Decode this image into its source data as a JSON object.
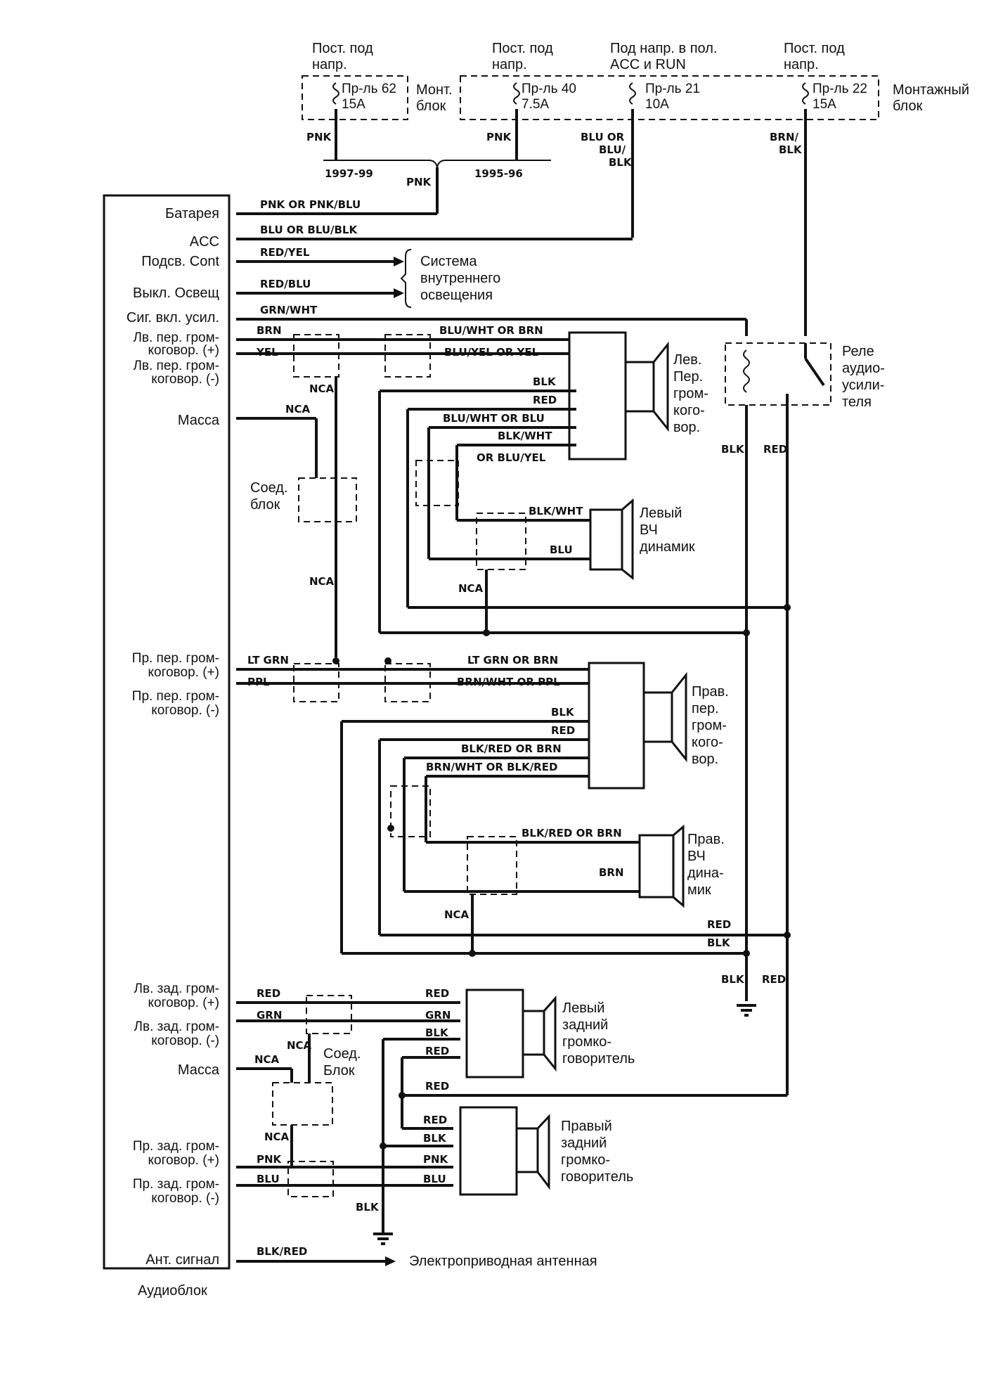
{
  "fuses": {
    "f62": {
      "supply": [
        "Пост. под",
        "напр."
      ],
      "name": "Пр-ль 62",
      "rating": "15А",
      "block": [
        "Монт.",
        "блок"
      ]
    },
    "f40": {
      "supply": [
        "Пост. под",
        "напр."
      ],
      "name": "Пр-ль 40",
      "rating": "7.5А"
    },
    "f21": {
      "supply": [
        "Под напр. в пол.",
        "ACC и RUN"
      ],
      "name": "Пр-ль 21",
      "rating": "10А"
    },
    "f22": {
      "supply": [
        "Пост. под",
        "напр."
      ],
      "name": "Пр-ль 22",
      "rating": "15А",
      "block": [
        "Монтажный",
        "блок"
      ]
    }
  },
  "years": {
    "a": "1997-99",
    "b": "1995-96"
  },
  "audio_unit": {
    "title": "Аудиоблок",
    "pins": {
      "battery": "Батарея",
      "acc": "ACC",
      "illum": "Подсв. Cont",
      "lights_off": "Выкл. Освещ",
      "amp_on": "Сиг. вкл. усил.",
      "lf_pos": [
        "Лв. пер. гром-",
        "коговор. (+)"
      ],
      "lf_neg": [
        "Лв. пер. гром-",
        "коговор. (-)"
      ],
      "ground1": "Масса",
      "rf_pos": [
        "Пр. пер. гром-",
        "коговор. (+)"
      ],
      "rf_neg": [
        "Пр. пер. гром-",
        "коговор. (-)"
      ],
      "lr_pos": [
        "Лв. зад. гром-",
        "коговор. (+)"
      ],
      "lr_neg": [
        "Лв. зад. гром-",
        "коговор. (-)"
      ],
      "ground2": "Масса",
      "rr_pos": [
        "Пр. зад. гром-",
        "коговор. (+)"
      ],
      "rr_neg": [
        "Пр. зад. гром-",
        "коговор. (-)"
      ],
      "antenna": "Ант. сигнал"
    }
  },
  "components": {
    "interior_lighting": [
      "Система",
      "внутреннего",
      "освещения"
    ],
    "relay": [
      "Реле",
      "аудио-",
      "усили-",
      "теля"
    ],
    "lf_speaker": [
      "Лев.",
      "Пер.",
      "гром-",
      "кого-",
      "вор."
    ],
    "lf_tweeter": [
      "Левый",
      "ВЧ",
      "динамик"
    ],
    "rf_speaker": [
      "Прав.",
      "пер.",
      "гром-",
      "кого-",
      "вор."
    ],
    "rf_tweeter": [
      "Прав.",
      "ВЧ",
      "дина-",
      "мик"
    ],
    "lr_speaker": [
      "Левый",
      "задний",
      "громко-",
      "говоритель"
    ],
    "rr_speaker": [
      "Правый",
      "задний",
      "громко-",
      "говоритель"
    ],
    "joint1": [
      "Соед.",
      "блок"
    ],
    "joint2": [
      "Соед.",
      "Блок"
    ],
    "antenna": "Электроприводная антенная"
  },
  "wires": {
    "pnk": "PNK",
    "blu_or_blu_blk": [
      "BLU OR",
      "BLU/",
      "BLK"
    ],
    "brn_blk": [
      "BRN/",
      "BLK"
    ],
    "bat": "PNK OR PNK/BLU",
    "acc": "BLU OR BLU/BLK",
    "illum": "RED/YEL",
    "lights": "RED/BLU",
    "amp": "GRN/WHT",
    "brn": "BRN",
    "yel": "YEL",
    "lf_p": "BLU/WHT OR BRN",
    "lf_n": "BLU/YEL OR YEL",
    "blk": "BLK",
    "red": "RED",
    "blu_wht_blu": "BLU/WHT OR BLU",
    "blk_wht": "BLK/WHT",
    "or_blu_yel": "OR BLU/YEL",
    "blu": "BLU",
    "nca": "NCA",
    "lt_grn": "LT GRN",
    "ppl": "PPL",
    "rf_p": "LT GRN OR BRN",
    "rf_n": "BRN/WHT OR PPL",
    "blk_red_brn": "BLK/RED OR BRN",
    "brn_wht_blkred": "BRN/WHT OR BLK/RED",
    "blkred_brn2": "BLK/RED OR BRN",
    "grn": "GRN",
    "blk_red": "BLK/RED"
  }
}
